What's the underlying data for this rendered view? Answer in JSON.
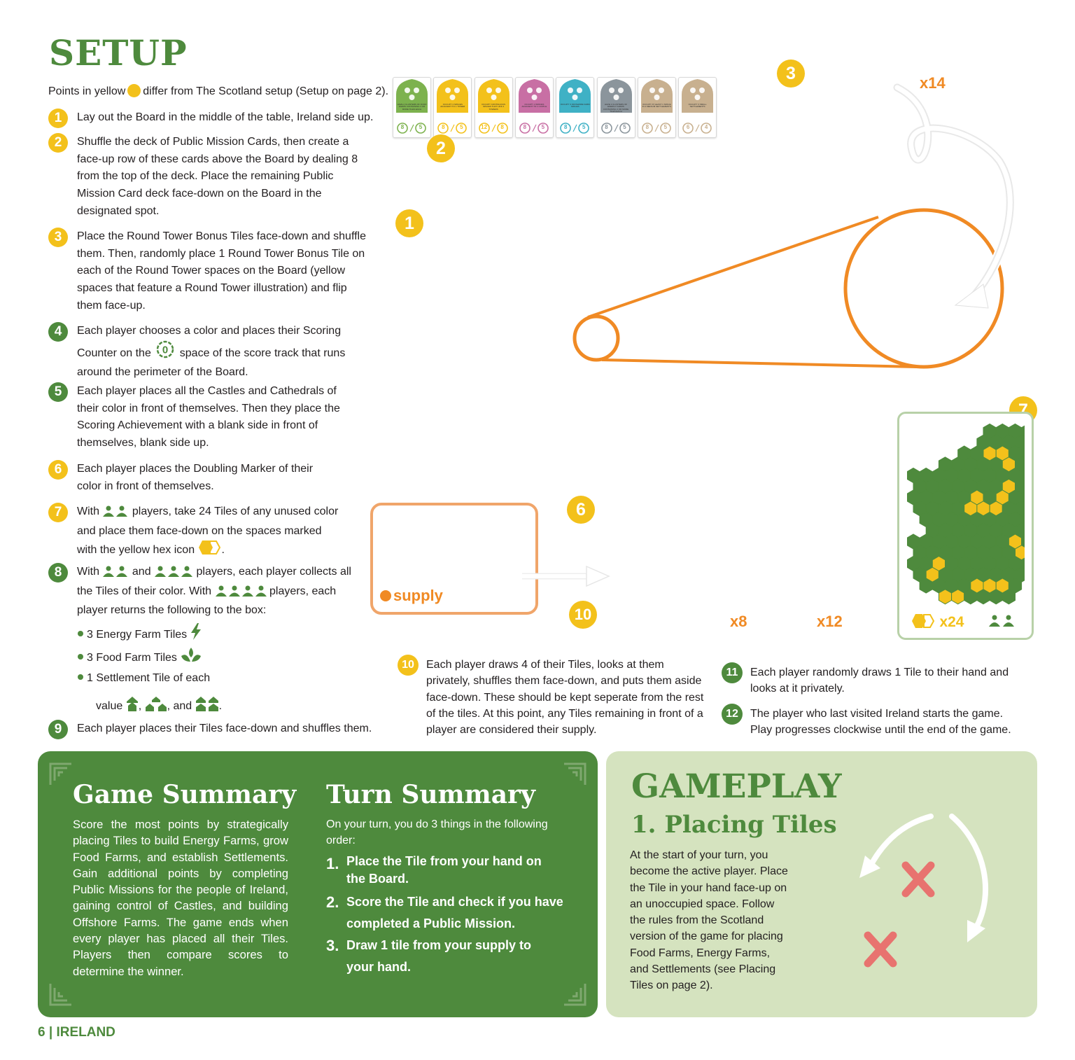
{
  "heading": "SETUP",
  "intro": {
    "before": "Points in yellow",
    "after": "differ from The Scotland setup (Setup on page 2)."
  },
  "steps": [
    {
      "num": "1",
      "text": "Lay out the Board in the middle of the table, Ireland side up."
    },
    {
      "num": "2",
      "text": "Shuffle the deck of Public Mission Cards, then create a face-up row of these cards above the Board by dealing 8 from the top of the deck. Place the remaining Public Mission Card deck face-down on the Board in the designated spot."
    },
    {
      "num": "3",
      "text": "Place the Round Tower Bonus Tiles face-down and shuffle them. Then, randomly place 1 Round Tower Bonus Tile on each of the Round Tower spaces on the Board (yellow spaces that feature a Round Tower illustration) and flip them face-up."
    },
    {
      "num": "4",
      "text_a": "Each player chooses a color and places their Scoring Counter on the",
      "score_zero": "0",
      "text_b": "space of the score track that runs around the perimeter of the Board."
    },
    {
      "num": "5",
      "text": "Each player places all the Castles and Cathedrals of their color in front of themselves. Then they place the Scoring Achievement with a blank side in front of themselves, blank side up."
    },
    {
      "num": "6",
      "text": "Each player places the Doubling Marker of their color in front of themselves."
    },
    {
      "num": "7",
      "text_a": "With",
      "text_b": "players, take 24 Tiles of any unused color and place them face-down on the spaces marked with the yellow hex icon",
      "text_c": "."
    },
    {
      "num": "8",
      "text_a": "With",
      "text_b": "and",
      "text_c": "players, each player collects all the Tiles of their color. With",
      "text_d": "players, each player returns the following to the box:"
    },
    {
      "num": "9",
      "text": "Each player places their Tiles face-down and shuffles them."
    }
  ],
  "bullets": {
    "energy": "3 Energy Farm Tiles",
    "food": "3 Food Farm Tiles",
    "settlement_a": "1 Settlement Tile of each",
    "settlement_value": "value",
    "settlement_sep1": ",",
    "settlement_and": ", and",
    "settlement_end": "."
  },
  "mission_cards": [
    {
      "color": "#7db24e",
      "text": "HAVE 2 CLUSTERS OF FOOD FARMS CONTAINING 3 OR MORE TILES EACH",
      "a": "8",
      "b": "5"
    },
    {
      "color": "#f3c11b",
      "text": "OCCUPY 4 SPACES ADJACENT TO 1 TOWER",
      "a": "8",
      "b": "5"
    },
    {
      "color": "#f3c11b",
      "text": "OCCUPY CONTIGUOUS SPACES THAT LINK 4 TOWERS",
      "a": "12",
      "b": "8"
    },
    {
      "color": "#c86fa4",
      "text": "OCCUPY 4 SPACES ADJACENT TO 1 CASTLE",
      "a": "8",
      "b": "5"
    },
    {
      "color": "#3fb1c5",
      "text": "OCCUPY 3 OFFSHORE FARM SPACES",
      "a": "8",
      "b": "5"
    },
    {
      "color": "#8b959c",
      "text": "HAVE 2 CLUSTERS OF ENERGY FARMS CONTAINING 3 OR MORE TILES EACH",
      "a": "8",
      "b": "5"
    },
    {
      "color": "#c8b08f",
      "text": "OCCUPY AT LEAST 1 SPACE IN 4 MEDIUM SETTLEMENTS",
      "a": "8",
      "b": "5"
    },
    {
      "color": "#c8b08f",
      "text": "OCCUPY 3 SMALL SETTLEMENTS",
      "a": "6",
      "b": "4"
    }
  ],
  "callouts": {
    "c1": "1",
    "c2": "2",
    "c3": "3",
    "c6": "6",
    "c7": "7",
    "c10": "10",
    "x14": "x14",
    "x8": "x8",
    "x12": "x12",
    "x24": "x24"
  },
  "supply_label": "supply",
  "lower_steps": [
    {
      "num": "10",
      "text": "Each player draws 4 of their Tiles, looks at them privately, shuffles them face-down, and puts them aside face-down. These should be kept seperate from the rest of the tiles. At this point, any Tiles remaining in front of a player are considered their supply."
    },
    {
      "num": "11",
      "text": "Each player randomly draws 1 Tile to their hand and looks at it privately."
    },
    {
      "num": "12",
      "text": "The player who last visited Ireland starts the game. Play progresses clockwise until the end of the game."
    }
  ],
  "game_summary": {
    "title": "Game Summary",
    "text": "Score the most points by strategically placing Tiles to build Energy Farms, grow Food Farms, and establish Settlements. Gain additional points by completing Public Missions for the people of Ireland, gaining control of Castles, and building Offshore Farms. The game ends when every player has placed all their Tiles. Players then compare scores to determine the winner."
  },
  "turn_summary": {
    "title": "Turn Summary",
    "intro": "On your turn, you do 3 things in the following order:",
    "items": [
      {
        "n": "1.",
        "text": "Place the Tile from your hand on the Board."
      },
      {
        "n": "2.",
        "text": "Score the Tile and check if you have completed a Public Mission."
      },
      {
        "n": "3.",
        "text": "Draw 1 tile from your supply to your hand."
      }
    ]
  },
  "gameplay": {
    "title": "GAMEPLAY",
    "subtitle": "1. Placing Tiles",
    "text": "At the start of your turn, you become the active player. Place the Tile in your hand face-up on an unoccupied space. Follow the rules from the Scotland version of the game for placing Food Farms, Energy Farms, and Settlements (see Placing Tiles on page 2)."
  },
  "footer": "6 | IRELAND",
  "colors": {
    "green": "#4e8a3d",
    "yellow": "#f3c11b",
    "orange": "#f08a24",
    "light_green": "#d5e3bf",
    "red_x": "#e8736f"
  }
}
